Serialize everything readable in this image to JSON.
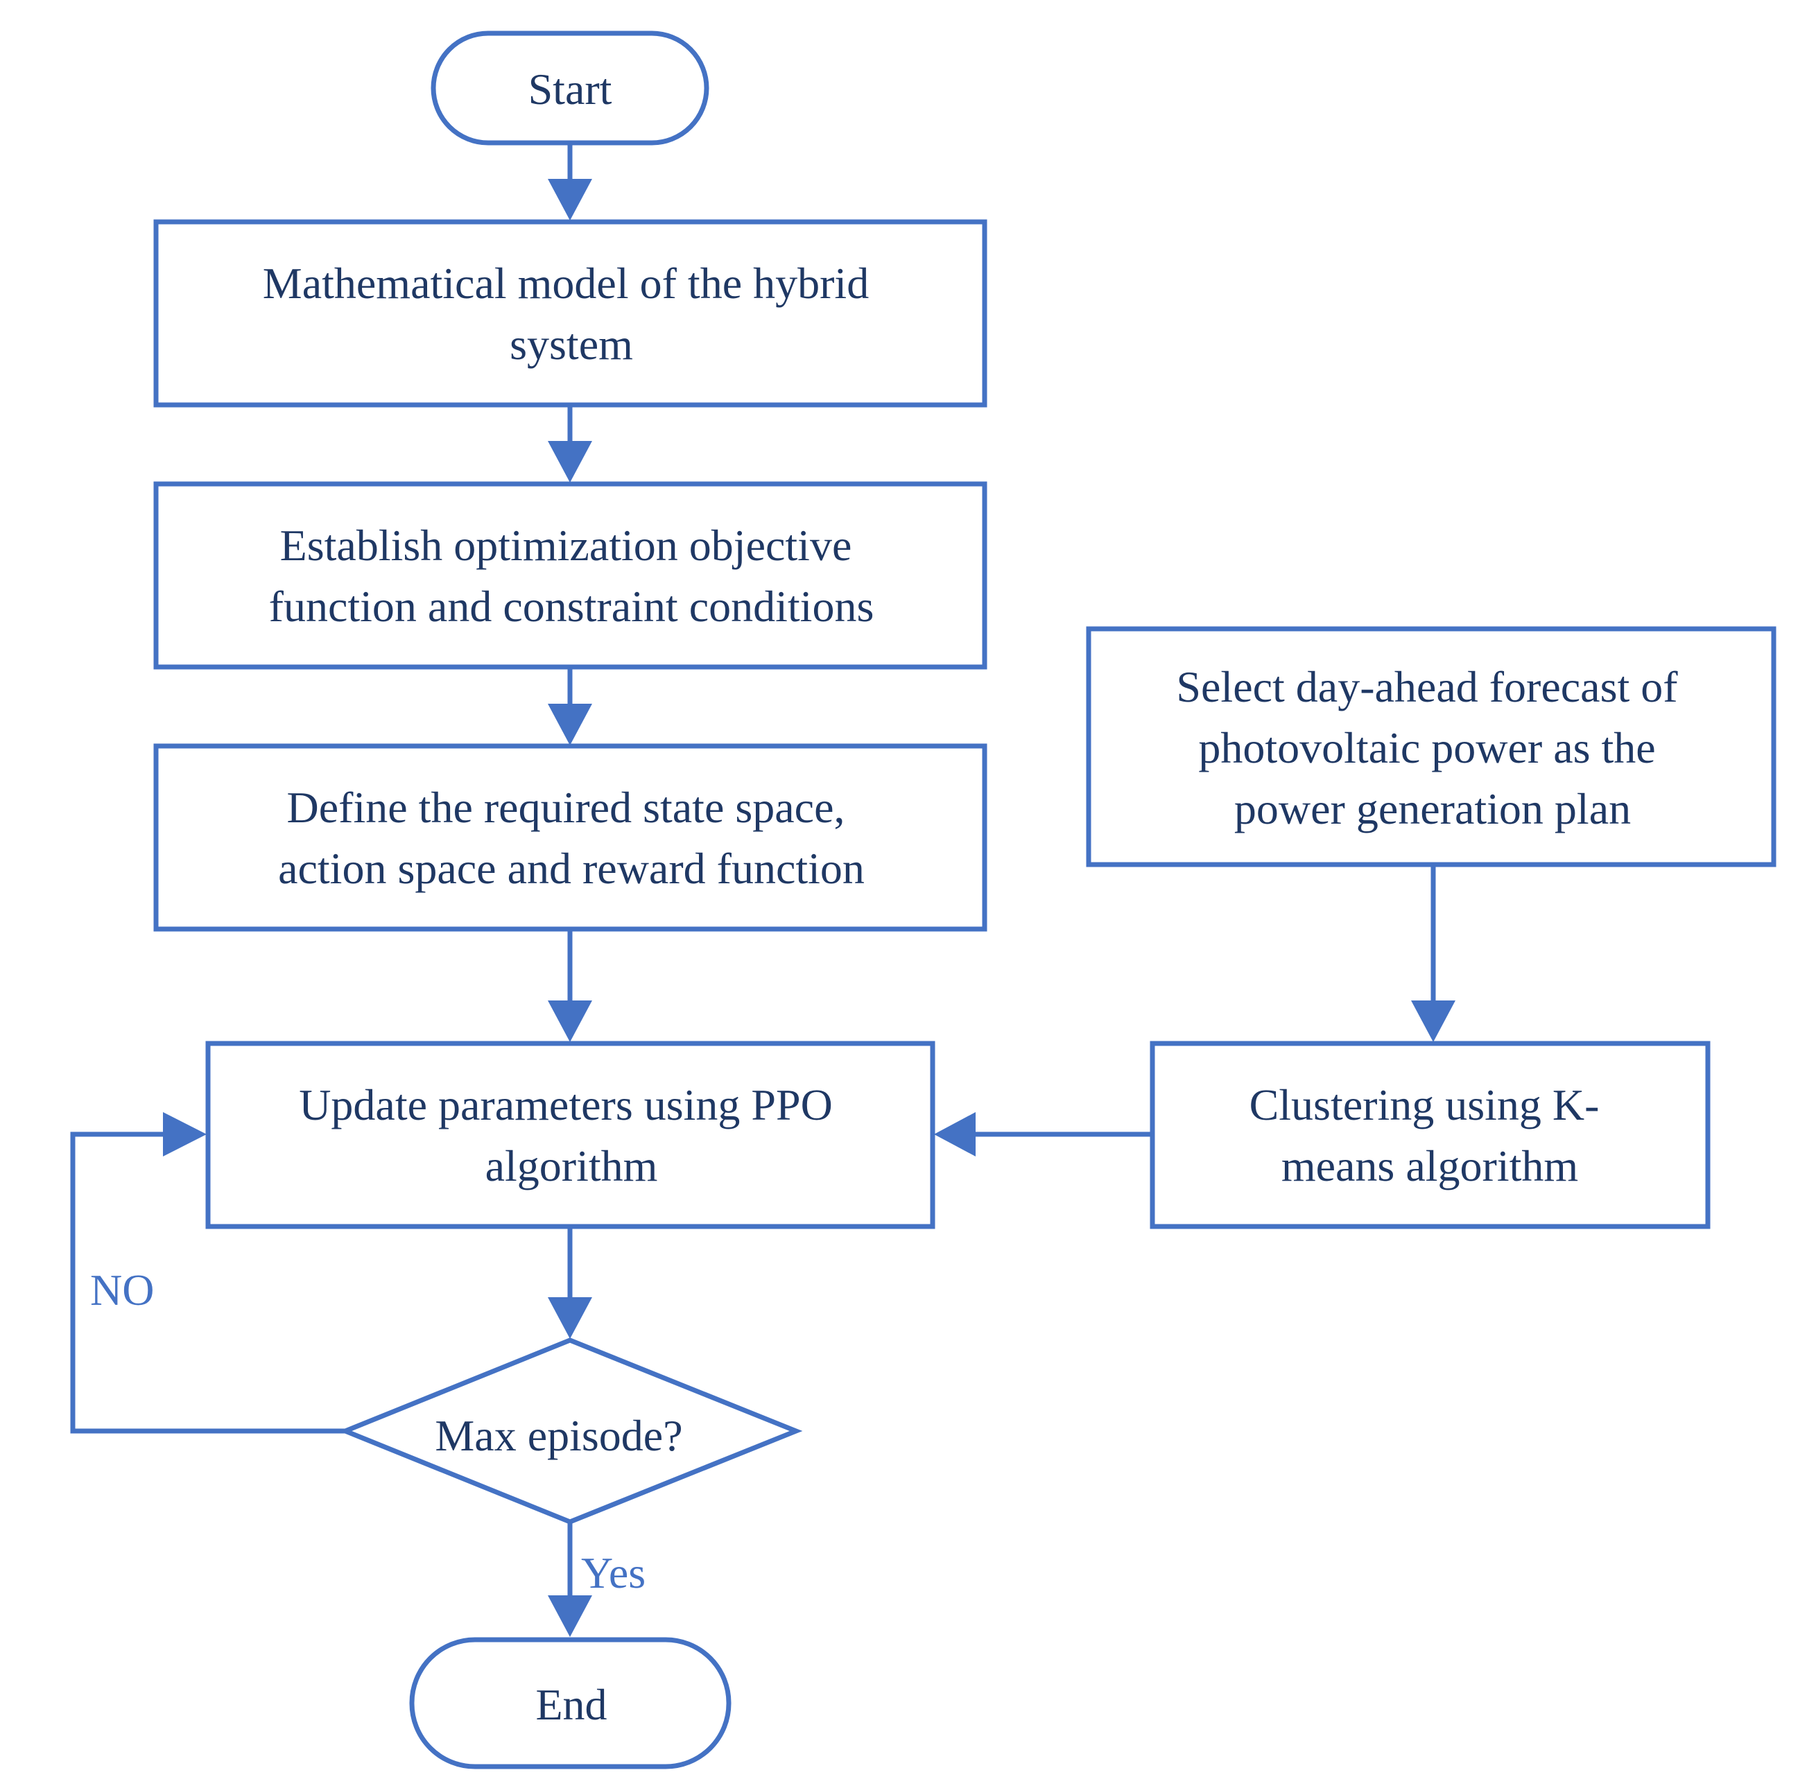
{
  "colors": {
    "stroke": "#4472c4",
    "text": "#1f3864",
    "label": "#4472c4",
    "background": "#ffffff"
  },
  "nodes": {
    "start": {
      "lines": [
        "Start"
      ]
    },
    "model": {
      "lines": [
        "Mathematical model of the hybrid",
        "system"
      ]
    },
    "objective": {
      "lines": [
        "Establish optimization objective",
        "function and constraint conditions"
      ]
    },
    "define": {
      "lines": [
        "Define the required state space,",
        "action space and reward function"
      ]
    },
    "update": {
      "lines": [
        "Update parameters using PPO",
        "algorithm"
      ]
    },
    "decision": {
      "lines": [
        "Max episode?"
      ]
    },
    "end": {
      "lines": [
        "End"
      ]
    },
    "forecast": {
      "lines": [
        "Select day-ahead forecast of",
        "photovoltaic power as the",
        "power generation plan"
      ]
    },
    "cluster": {
      "lines": [
        "Clustering using K-",
        "means algorithm"
      ]
    }
  },
  "edges": {
    "no_label": "NO",
    "yes_label": "Yes"
  }
}
